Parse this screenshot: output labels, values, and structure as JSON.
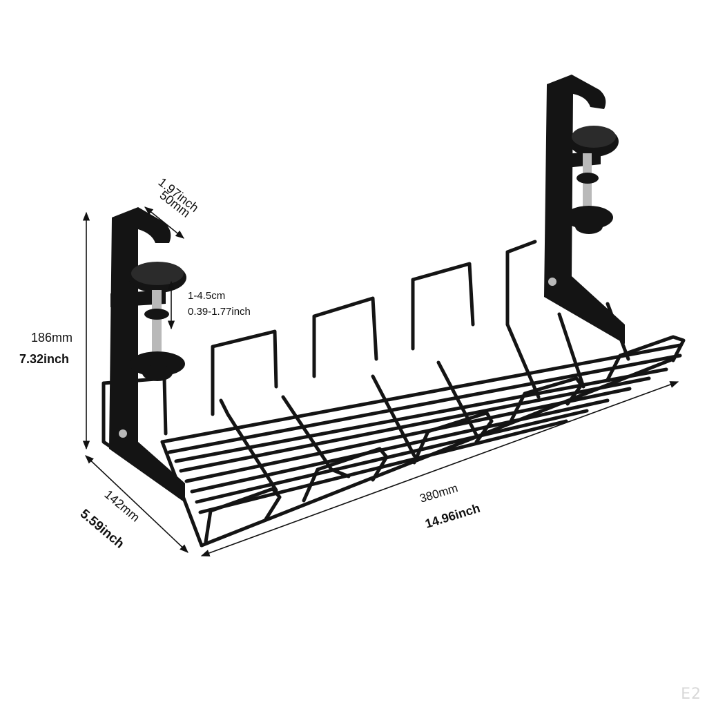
{
  "product": "under-desk cable management tray",
  "colors": {
    "metal": "#141414",
    "highlight": "#3a3a3a",
    "screw": "#b9b9b9",
    "text": "#111111",
    "watermark": "#d8d8d8"
  },
  "dimensions": {
    "clamp_depth_inch": "1.97inch",
    "clamp_depth_mm": "50mm",
    "clamp_gap_cm": "1-4.5cm",
    "clamp_gap_inch": "0.39-1.77inch",
    "height_mm": "186mm",
    "height_inch": "7.32inch",
    "length_mm": "380mm",
    "length_inch": "14.96inch",
    "width_mm": "142mm",
    "width_inch": "5.59inch"
  },
  "watermark": "E2"
}
